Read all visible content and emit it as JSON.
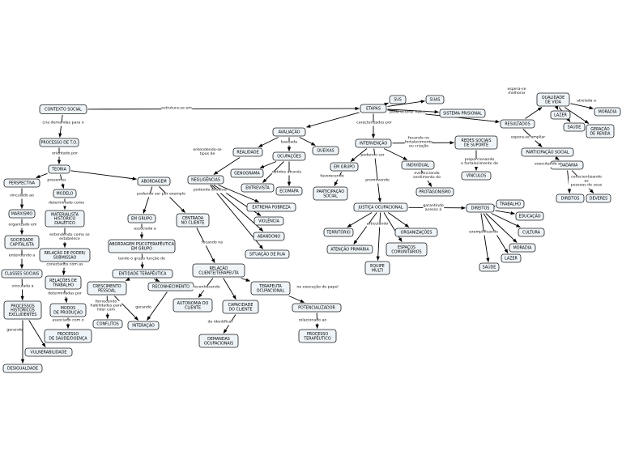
{
  "nodes": {
    "contexto_social": "CONTEXTO SOCIAL",
    "processo_to": "PROCESSO DE T.O.",
    "teoria": "TEORIA",
    "perspectiva": "PERSPECTIVA",
    "modelo": "MODELO",
    "abordagem": "ABORDAGEM",
    "marxismo": "MARXISMO",
    "materialista": "MATERIALISTA\nHISTÓRICO\nDIALÉTICO",
    "sociedade_capitalista": "SOCIEDADE\nCAPITALISTA",
    "relacao_poder": "RELAÇÃO DE PODER/\nSUBMISSÃO",
    "classes_sociais": "CLASSES SOCIAIS",
    "relacoes_trabalho": "RELAÇÕES DE\nTRABALHO",
    "processos_historicos": "PROCESSOS\nHISTÓRICOS\nEXCLUDENTES",
    "modos_producao": "MODOS\nDE PRODUÇÃO",
    "processo_saude": "PROCESSO\nDE SAÚDE/DOENÇA",
    "vulnerabilidade": "VULNERABILIDADE",
    "desigualdade": "DESIGUALDADE",
    "em_grupo_left": "EM GRUPO",
    "centrada_cliente": "CENTRADA\nNO CLIENTE",
    "abordagem_psico": "ABORDAGEM PSICOTERAPÊUTICA\nEM GRUPO",
    "entidade_terapeutica": "ENTIDADE TERAPÊUTICA",
    "crescimento_pessoal": "CRESCIMENTO\nPESSOAL",
    "reconhecimento": "RECONHECIMENTO",
    "conflitos": "CONFLITOS",
    "interacao": "INTERAÇÃO",
    "relacao_cliente": "RELAÇÃO\nCLIENTE/TERAPEUTA",
    "autonomia": "AUTONOMIA DO\nCLIENTE",
    "capacidade": "CAPACIDADE\nDO CLIENTE",
    "terapeuta_ocupacional": "TERAPEUTA\nOCUPACIONAL",
    "demandas": "DEMANDAS\nOCUPACIONAIS",
    "potencializador": "POTENCIALIZADOR",
    "processo_terapeutico": "PROCESSO\nTERAPÊUTICO",
    "negligencias": "NEGLIGÊNCIAS",
    "extrema_pobreza": "EXTREMA POBREZA",
    "violencia": "VIOLÊNCIA",
    "abandono": "ABANDONO",
    "situacao_rua": "SITUAÇÃO DE RUA",
    "avaliacao": "AVALIAÇÃO",
    "realidade": "REALIDADE",
    "ocupacoes": "OCUPAÇÕES",
    "queixas": "QUEIXAS",
    "genograma": "GENOGRAMA",
    "entrevista": "ENTREVISTA",
    "ecomapa": "ECOMAPA",
    "etapas": "ETAPAS",
    "sus": "SUS",
    "suas": "SUAS",
    "sistema_prisional": "SISTEMA PRISIONAL",
    "intervencao": "INTERVENÇÃO",
    "em_grupo_mid": "EM GRUPO",
    "individual": "INDIVIDUAL",
    "participacao_social_mid": "PARTICIPAÇÃO\nSOCIAL",
    "protagonismo": "PROTAGONISMO",
    "redes_sociais": "REDES SOCIAIS\nDE SUPORTE",
    "vinculos": "VÍNCULOS",
    "justica_ocupacional": "JUSTIÇA OCUPACIONAL",
    "territorio": "TERRITÓRIO",
    "organizacoes": "ORGANIZAÇÕES",
    "atencao_primaria": "ATENÇÃO PRIMÁRIA",
    "espacos_comunitarios": "ESPAÇOS\nCOMUNITÁRIOS",
    "equipe_multi": "EQUIPE\nMULTI",
    "direitos_mid": "DIREITOS",
    "trabalho": "TRABALHO",
    "educacao": "EDUCAÇÃO",
    "cultura": "CULTURA",
    "moradia_mid": "MORADIA",
    "lazer_mid": "LAZER",
    "saude_mid": "SAÚDE",
    "resultados": "RESULTADOS",
    "qualidade_vida": "QUALIDADE\nDE VIDA",
    "lazer_top": "LAZER",
    "moradia_top": "MORADIA",
    "saude_top": "SAÚDE",
    "geracao_renda": "GERAÇÃO\nDE RENDA",
    "participacao_social_right": "PARTICIPAÇÃO SOCIAL",
    "cidadania": "CIDADANIA",
    "direitos_right": "DIREITOS",
    "deveres": "DEVERES"
  },
  "links": {
    "estrutura_se_em": "estrutura-se em",
    "cria_demandas": "cria demandas para o",
    "orientado_por": "orientado por",
    "presentes": "presentes",
    "vinculado_ao_a": "vinculado ao",
    "determinado_como": "determinado como",
    "organizado_em": "organizado em",
    "entendendo_se_estabelece": "entendendo como se\nestabelece",
    "entendendo_a": "entendendo a",
    "conectados_com_as": "conectados com as",
    "vinculada_a": "vinculada a",
    "determinadas_por": "determinadas por",
    "gerando_left": "gerando",
    "associado_com_o": "associado com o",
    "podendo_ser_por_exemplo": "podendo ser por exemplo",
    "associada_a": "associada a",
    "tendo_o_grupo": "tendo o grupo função de",
    "fornecendo": "fornecendo\nhabilidades para\nlidar com",
    "gerando_mid": "gerando",
    "focando_na": "focando na",
    "reconhecendo": "reconhecendo",
    "na_execucao": "na execução de papel",
    "de_identificar": "de identificar",
    "relacionado_ao": "relacionado ao",
    "entendendo_se_tipos": "entendendo-se\ntipos de",
    "podendo_envolver": "podendo envolver",
    "baseada": "baseada",
    "obtidos_atraves": "obtidos através",
    "caracterizados_por": "caracterizados por",
    "pode_ocorrer": "pode ocorrer na(o)",
    "podendo_ser": "podendo ser",
    "focando_no_fortalecimento": "focando no\nfortalecimento\nou criação",
    "favorecendo": "favorecendo",
    "evidenciando": "evidenciando\nsentimento do",
    "promovendo": "promovendo",
    "proporcionando": "proporcionando\no fortalecimento de",
    "articulando": "articulando",
    "garantindo_acesso": "garantindo\nacesso à",
    "exemplificando": "exemplificando",
    "espera_se_melhorar": "espera-se\nmelhorar",
    "atrelada_a": "atrelada a",
    "espera_se_ampliar": "espera-se ampliar",
    "exercitando_a": "exercitando a",
    "conscientizando": "conscientizando as\npessoas de seus"
  }
}
